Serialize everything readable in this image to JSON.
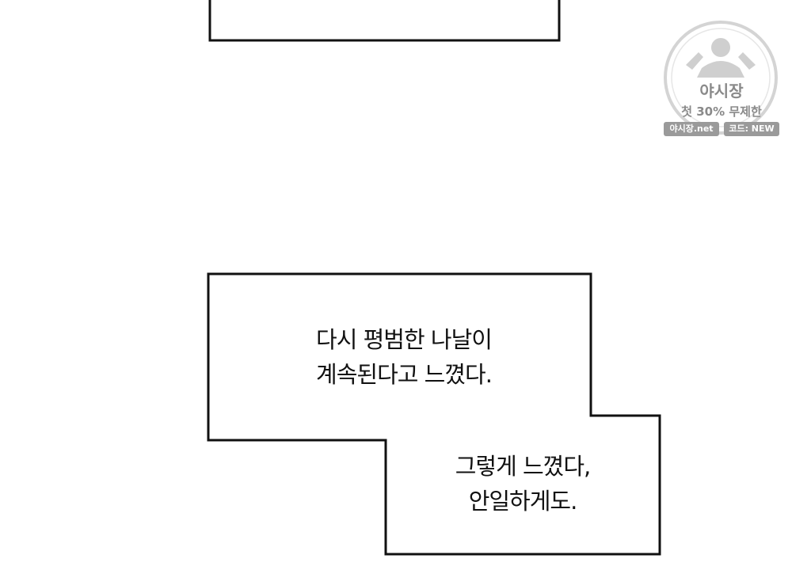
{
  "captions": {
    "first": {
      "line1": "다시 평범한 나날이",
      "line2": "계속된다고 느꼈다."
    },
    "second": {
      "line1": "그렇게 느꼈다,",
      "line2": "안일하게도."
    }
  },
  "watermark": {
    "site_name": "야시장",
    "promo": "첫 30% 무제한",
    "domain_tag": "야시장.net",
    "code_tag": "코드: NEW"
  },
  "colors": {
    "border": "#111111",
    "background": "#ffffff",
    "watermark": "#9a9a9a"
  }
}
